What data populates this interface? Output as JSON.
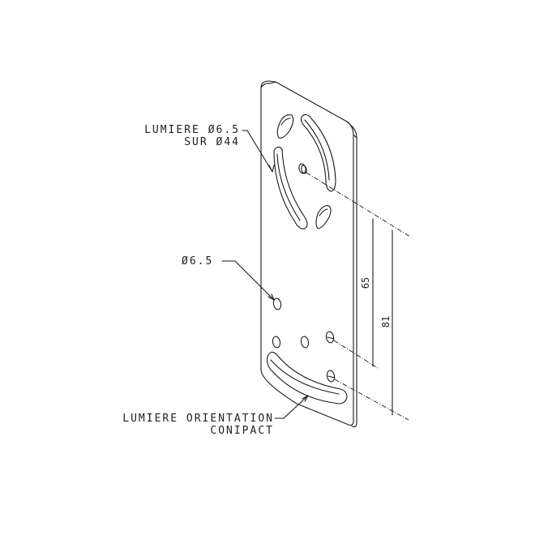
{
  "drawing": {
    "type": "technical-isometric-drawing",
    "subject": "mounting plate",
    "line_color": "#1a1a1a",
    "background": "#ffffff"
  },
  "callouts": {
    "slot_top": {
      "line1": "LUMIERE Ø6.5",
      "line2": "SUR Ø44"
    },
    "hole": {
      "line1": "Ø6.5"
    },
    "slot_bottom": {
      "line1": "LUMIERE ORIENTATION",
      "line2": "CONIPACT"
    }
  },
  "dimensions": {
    "inner": "65",
    "outer": "81"
  }
}
